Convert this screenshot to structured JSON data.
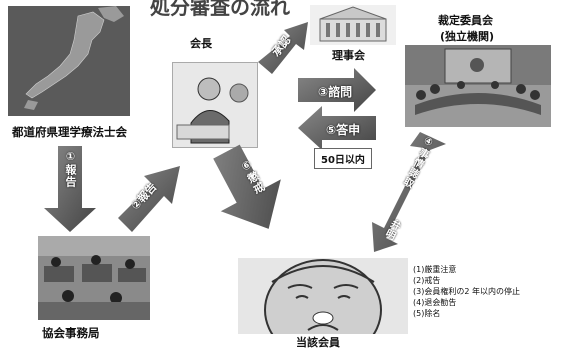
{
  "title_partial": "処分審査の流れ",
  "nodes": {
    "prefectural_assoc": "都道府県理学療法士会",
    "president": "会長",
    "board": "理事会",
    "committee_line1": "裁定委員会",
    "committee_line2": "(独立機関)",
    "secretariat": "協会事務局",
    "member": "当該会員"
  },
  "arrows": {
    "report": "①報告",
    "report_president": "②報告",
    "approval": "承認",
    "consult": "③諮問",
    "answer": "⑤答申",
    "deadline": "50日以内",
    "hearing": "④事情聴取",
    "defense": "弁明",
    "discipline": "⑥懲戒"
  },
  "penalties": [
    "(1)厳重注意",
    "(2)戒告",
    "(3)会員権利の2 年以内の停止",
    "(4)退会勧告",
    "(5)除名"
  ]
}
